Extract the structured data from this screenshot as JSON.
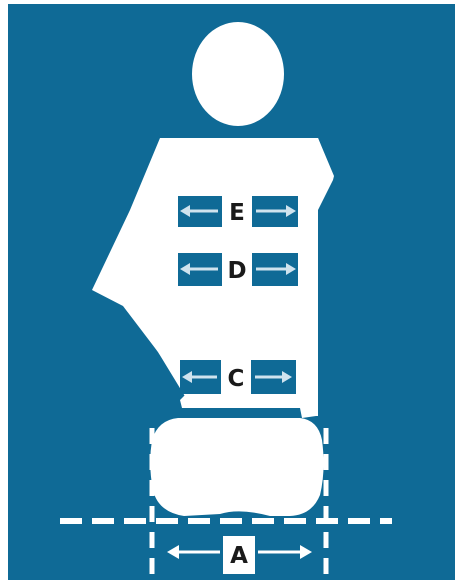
{
  "colors": {
    "background": "#0f6a96",
    "figure": "#ffffff",
    "band": "#0f6a96",
    "label_text": "#1a1a1a",
    "arrow": "#cfe3ee"
  },
  "measurements": [
    {
      "id": "E",
      "label": "E",
      "type": "band-arrows"
    },
    {
      "id": "D",
      "label": "D",
      "type": "band-arrows"
    },
    {
      "id": "C",
      "label": "C",
      "type": "band-arrows"
    },
    {
      "id": "A",
      "label": "A",
      "type": "dashed-width"
    }
  ]
}
